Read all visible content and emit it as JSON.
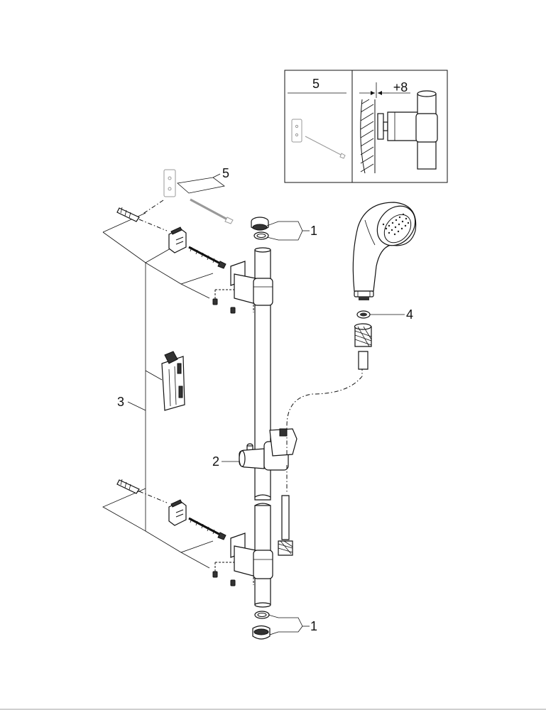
{
  "diagram": {
    "callouts": {
      "part_1_top": "1",
      "part_1_bottom": "1",
      "part_2": "2",
      "part_3": "3",
      "part_4": "4",
      "part_5": "5"
    },
    "inset": {
      "left_label": "5",
      "dimension_label": "+8"
    }
  }
}
